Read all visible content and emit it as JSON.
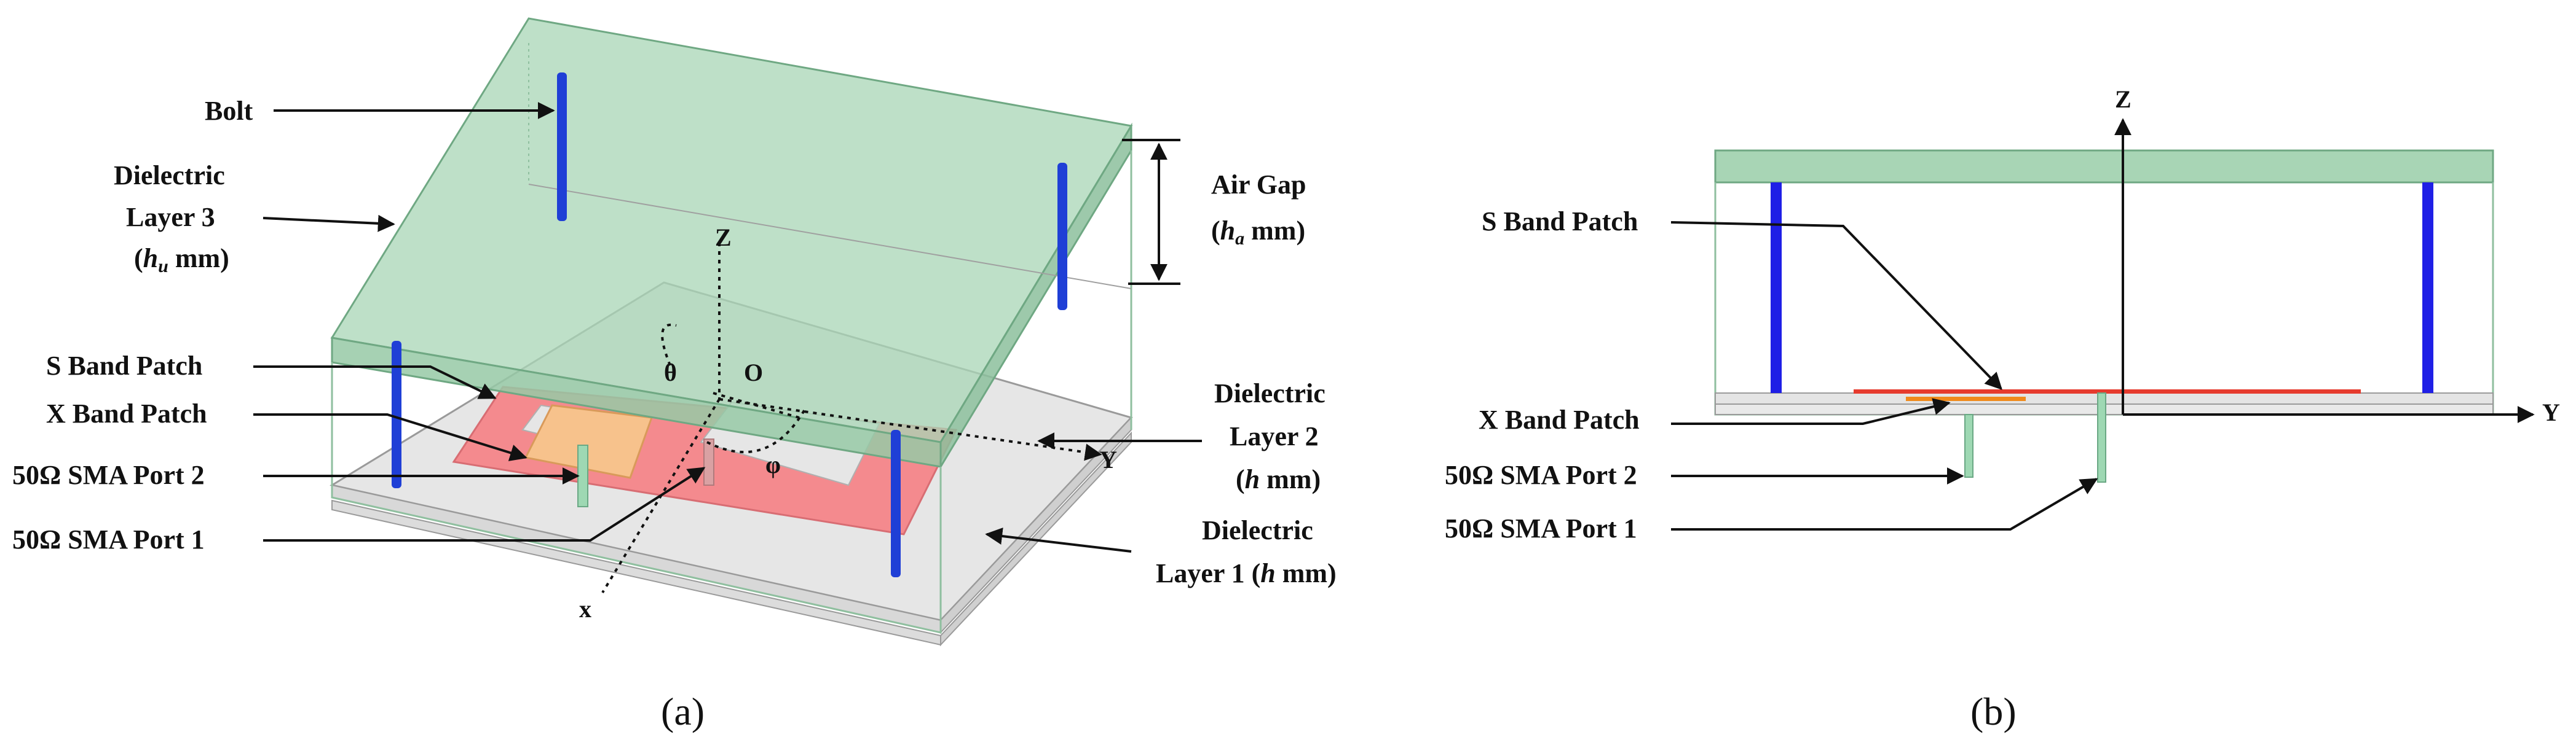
{
  "panel_a": {
    "caption": "(a)",
    "labels": {
      "bolt": "Bolt",
      "dielectric_layer_3": [
        "Dielectric",
        "Layer 3"
      ],
      "dielectric_layer_3_height": "(h_u mm)",
      "air_gap": "Air Gap",
      "air_gap_height": "(h_a mm)",
      "s_band_patch": "S Band Patch",
      "x_band_patch": "X Band Patch",
      "sma_port_2": "50Ω SMA Port 2",
      "sma_port_1": "50Ω SMA Port 1",
      "dielectric_layer_2": [
        "Dielectric",
        "Layer 2",
        "(h mm)"
      ],
      "dielectric_layer_1": [
        "Dielectric",
        "Layer 1 (h mm)"
      ]
    },
    "axes": {
      "z": "Z",
      "x": "x",
      "y": "Y",
      "origin": "O",
      "theta": "θ",
      "phi": "φ"
    }
  },
  "panel_b": {
    "caption": "(b)",
    "labels": {
      "s_band_patch": "S Band Patch",
      "x_band_patch": "X Band Patch",
      "sma_port_2": "50Ω SMA Port 2",
      "sma_port_1": "50Ω SMA Port 1"
    },
    "axes": {
      "z": "Z",
      "y": "Y"
    }
  },
  "colors": {
    "dielectric_green": "#a8d5b5",
    "substrate_grey": "#e4e4e4",
    "s_band_patch": "#f28a8a",
    "x_band_patch": "#f7c58e",
    "bolt_blue": "#1f3fd6",
    "port_green": "#9ed8b3",
    "patch_red_line": "#e63b2e",
    "patch_orange_line": "#f08a1c"
  }
}
